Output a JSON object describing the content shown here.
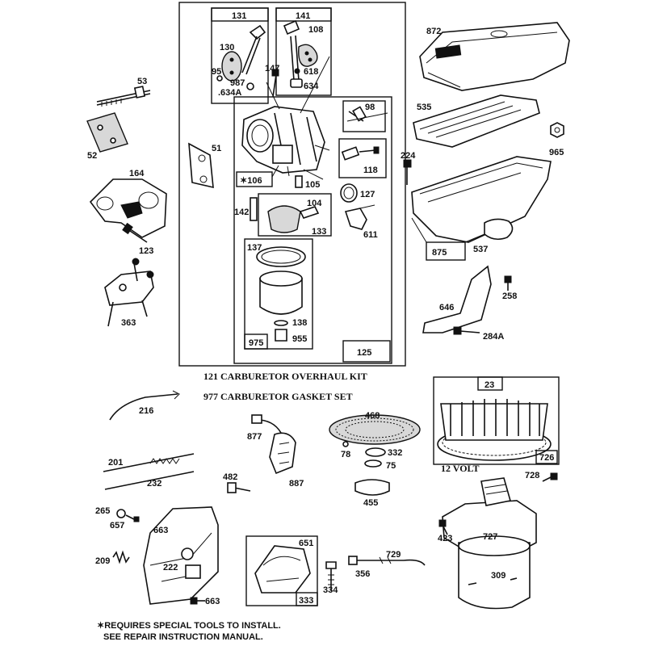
{
  "captions": {
    "overhaul_kit": "121 CARBURETOR OVERHAUL KIT",
    "gasket_set": "977 CARBURETOR GASKET SET",
    "starter_volt": "12 VOLT",
    "footnote_line1": "✶REQUIRES SPECIAL TOOLS TO INSTALL.",
    "footnote_line2": "SEE REPAIR INSTRUCTION MANUAL."
  },
  "parts": {
    "p131": "131",
    "p141": "141",
    "p130": "130",
    "p108": "108",
    "p95": "95",
    "p987": "987",
    "p618": "618",
    "p634": "634",
    "p634a": ".634A",
    "p147": "147",
    "p98": "98",
    "p53": "53",
    "p52": "52",
    "p51": "51",
    "p164": "164",
    "p106": "✶106",
    "p105": "105",
    "p118": "118",
    "p127": "127",
    "p104": "104",
    "p142": "142",
    "p133": "133",
    "p611": "611",
    "p123": "123",
    "p137": "137",
    "p363": "363",
    "p138": "138",
    "p955": "955",
    "p975": "975",
    "p125": "125",
    "p872": "872",
    "p535": "535",
    "p965": "965",
    "p224": "224",
    "p875": "875",
    "p537": "537",
    "p258": "258",
    "p646": "646",
    "p284a": "284A",
    "p23": "23",
    "p726": "726",
    "p728": "728",
    "p216": "216",
    "p468": "468",
    "p877": "877",
    "p78": "78",
    "p332": "332",
    "p75": "75",
    "p201": "201",
    "p232": "232",
    "p887": "887",
    "p482": "482",
    "p455": "455",
    "p265": "265",
    "p657": "657",
    "p423": "423",
    "p727": "727",
    "p663a": "663",
    "p651": "651",
    "p209": "209",
    "p222": "222",
    "p729": "729",
    "p356": "356",
    "p334": "334",
    "p309": "309",
    "p333": "333",
    "p663b": "663"
  }
}
